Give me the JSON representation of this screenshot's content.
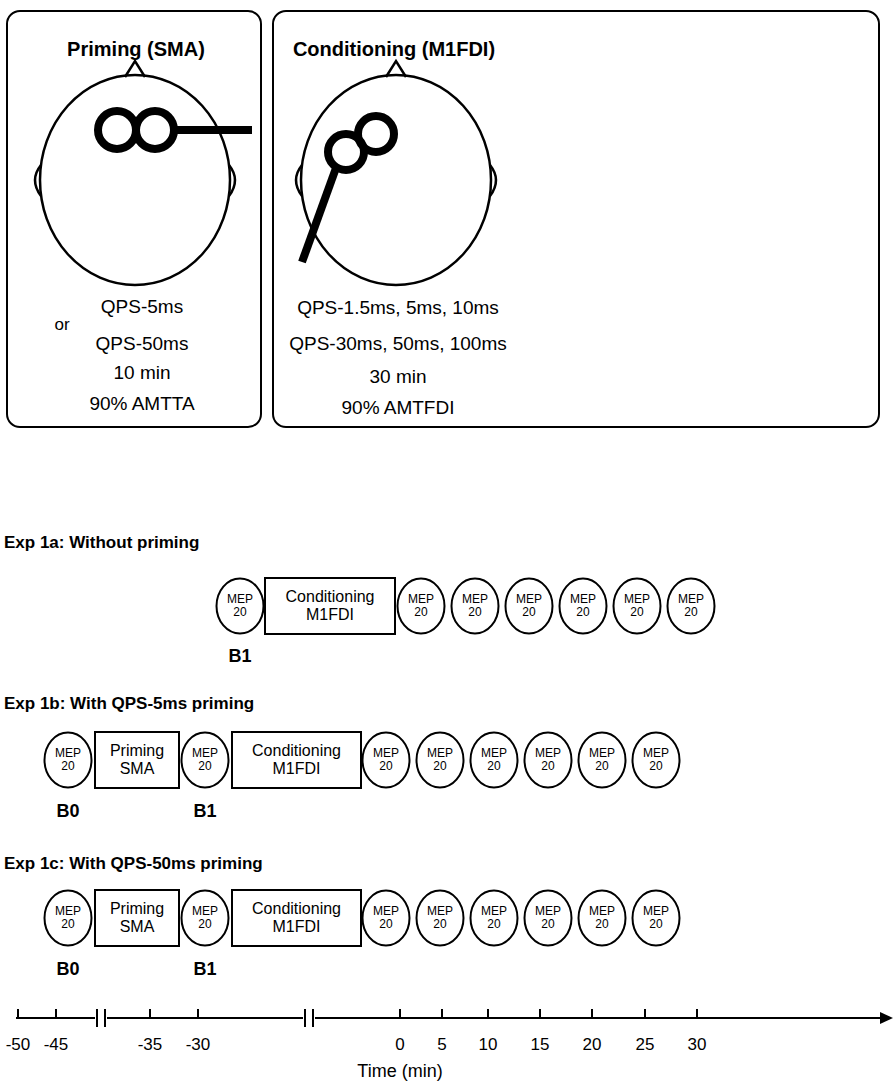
{
  "diagram": {
    "nodes": [
      {
        "text": [
          "Priming (SMA)",
          "QPS-5ms",
          "or",
          "QPS-50ms",
          "10 min",
          "90% AMTTA"
        ]
      },
      {
        "text": [
          "Conditioning (M1FDI)",
          "QPS-1.5ms, 5ms, 10ms",
          "QPS-30ms, 50ms, 100ms",
          "30 min",
          "90% AMTFDI"
        ]
      },
      {
        "text": [
          "MEP 20"
        ]
      },
      {
        "text": [
          "Conditioning M1FDI"
        ]
      },
      {
        "text": [
          "MEP 20"
        ]
      },
      {
        "text": [
          "MEP 20"
        ]
      },
      {
        "text": [
          "MEP 20"
        ]
      },
      {
        "text": [
          "MEP 20"
        ]
      },
      {
        "text": [
          "MEP 20"
        ]
      },
      {
        "text": [
          "MEP 20"
        ]
      },
      {
        "text": [
          "MEP 20"
        ]
      },
      {
        "text": [
          "Priming SMA"
        ]
      },
      {
        "text": [
          "MEP 20"
        ]
      },
      {
        "text": [
          "Conditioning M1FDI"
        ]
      },
      {
        "text": [
          "MEP 20"
        ]
      },
      {
        "text": [
          "MEP 20"
        ]
      },
      {
        "text": [
          "MEP 20"
        ]
      },
      {
        "text": [
          "MEP 20"
        ]
      },
      {
        "text": [
          "MEP 20"
        ]
      },
      {
        "text": [
          "MEP 20"
        ]
      },
      {
        "text": [
          "MEP 20"
        ]
      },
      {
        "text": [
          "Priming SMA"
        ]
      },
      {
        "text": [
          "MEP 20"
        ]
      },
      {
        "text": [
          "Conditioning M1FDI"
        ]
      },
      {
        "text": [
          "MEP 20"
        ]
      },
      {
        "text": [
          "MEP 20"
        ]
      },
      {
        "text": [
          "MEP 20"
        ]
      },
      {
        "text": [
          "MEP 20"
        ]
      },
      {
        "text": [
          "MEP 20"
        ]
      },
      {
        "text": [
          "MEP 20"
        ]
      }
    ],
    "labels": [
      "Exp 1a: Without priming",
      "B1",
      "Exp 1b: With QPS-5ms priming",
      "B0",
      "B1",
      "Exp 1c: With QPS-50ms priming",
      "B0",
      "B1",
      "-50",
      "-45",
      "-35",
      "-30",
      "0",
      "5",
      "10",
      "15",
      "20",
      "25",
      "30",
      "Time (min)"
    ]
  }
}
